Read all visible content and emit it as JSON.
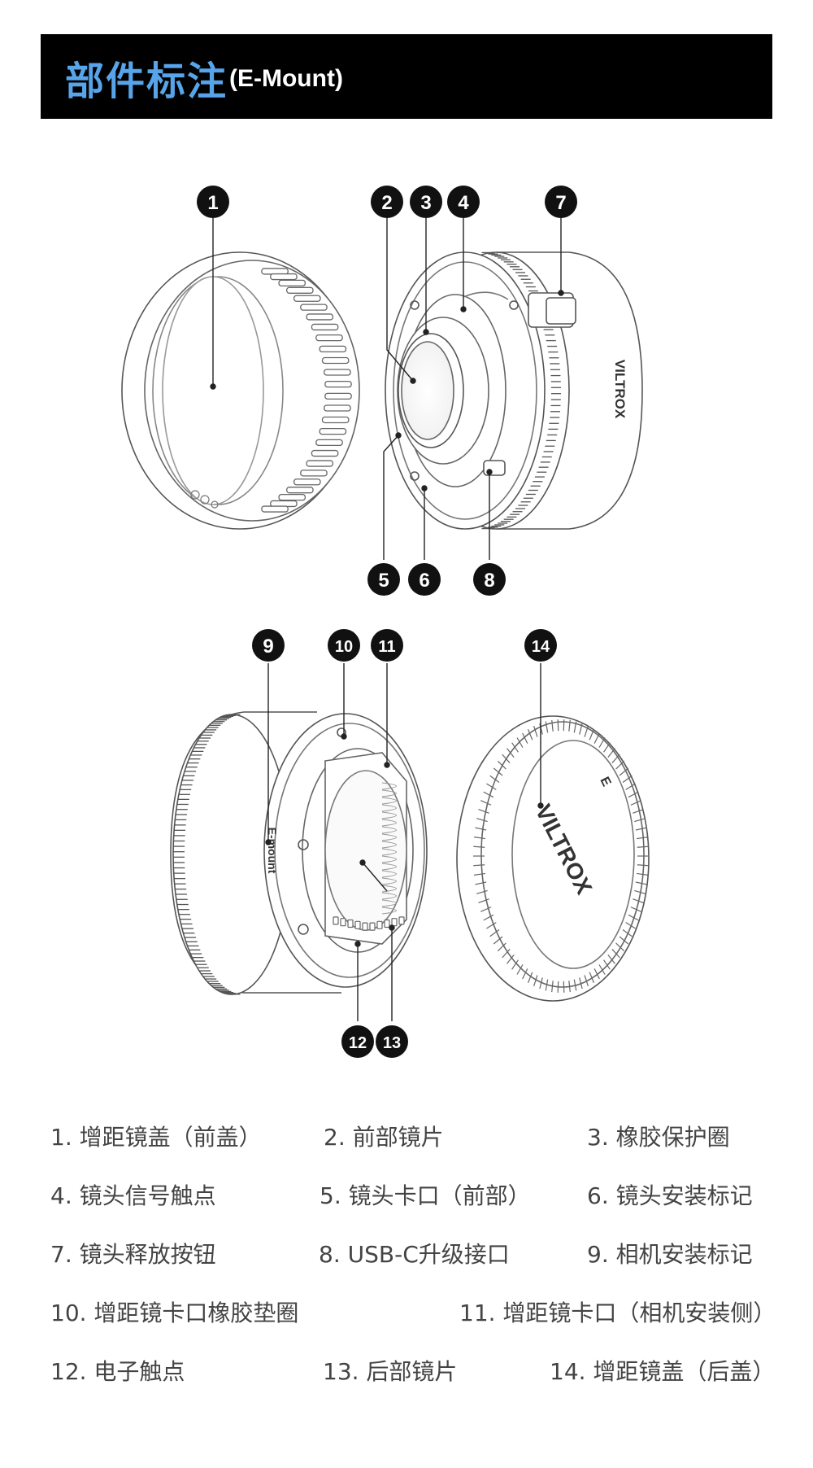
{
  "header": {
    "title": "部件标注",
    "subtitle": "(E-Mount)"
  },
  "callouts": [
    "1",
    "2",
    "3",
    "4",
    "5",
    "6",
    "7",
    "8",
    "9",
    "10",
    "11",
    "12",
    "13",
    "14"
  ],
  "branding": {
    "brand_text": "VILTROX",
    "mount_text": "E-mount",
    "cap_letter": "E"
  },
  "parts": [
    "1. 增距镜盖（前盖）",
    "2. 前部镜片",
    "3. 橡胶保护圈",
    "4. 镜头信号触点",
    "5. 镜头卡口（前部）",
    "6. 镜头安装标记",
    "7.  镜头释放按钮",
    "8. USB-C升级接口",
    "9. 相机安装标记",
    "10. 增距镜卡口橡胶垫圈",
    "11. 增距镜卡口（相机安装侧）",
    "12.  电子触点",
    "13. 后部镜片",
    "14. 增距镜盖（后盖）"
  ]
}
